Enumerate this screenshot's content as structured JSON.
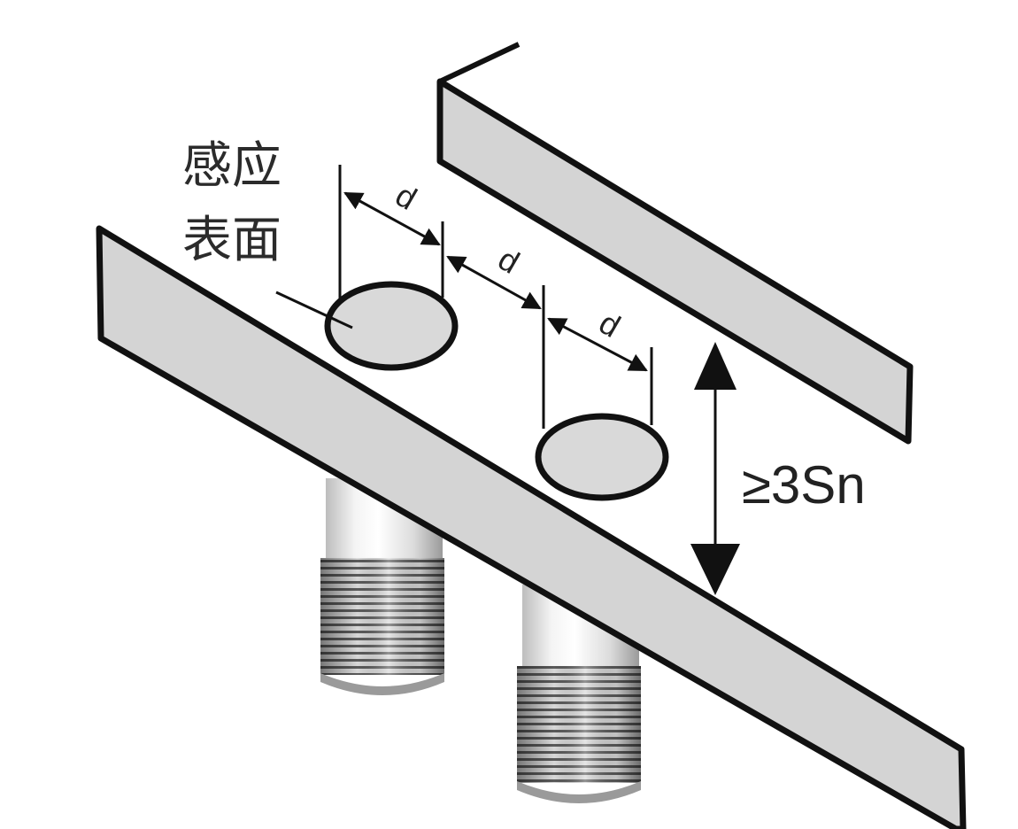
{
  "labels": {
    "sensing_surface_line1": "感应",
    "sensing_surface_line2": "表面",
    "spacing_d1": "d",
    "spacing_d2": "d",
    "spacing_d3": "d",
    "gap_min": "≥3Sn"
  },
  "colors": {
    "plate_fill": "#d4d4d4",
    "outline": "#111111",
    "face_fill": "#d9d9d9",
    "body_light": "#eeeeee",
    "thread_dark": "#555555"
  }
}
